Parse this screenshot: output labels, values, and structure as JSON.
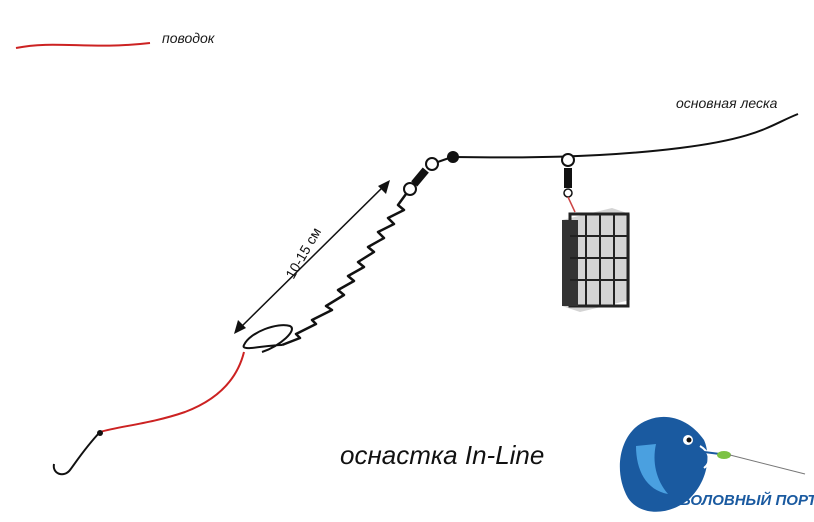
{
  "legend": {
    "label": "поводок",
    "line_color": "#cc2222"
  },
  "labels": {
    "main_line": "основная леска",
    "length": "10-15 см",
    "rig_name": "оснастка In-Line"
  },
  "logo": {
    "brand": "РЫБОЛОВНЫЙ ПОРТАЛ",
    "accent_color": "#1a5aa0"
  },
  "colors": {
    "line": "#111111",
    "leader": "#cc2222"
  }
}
